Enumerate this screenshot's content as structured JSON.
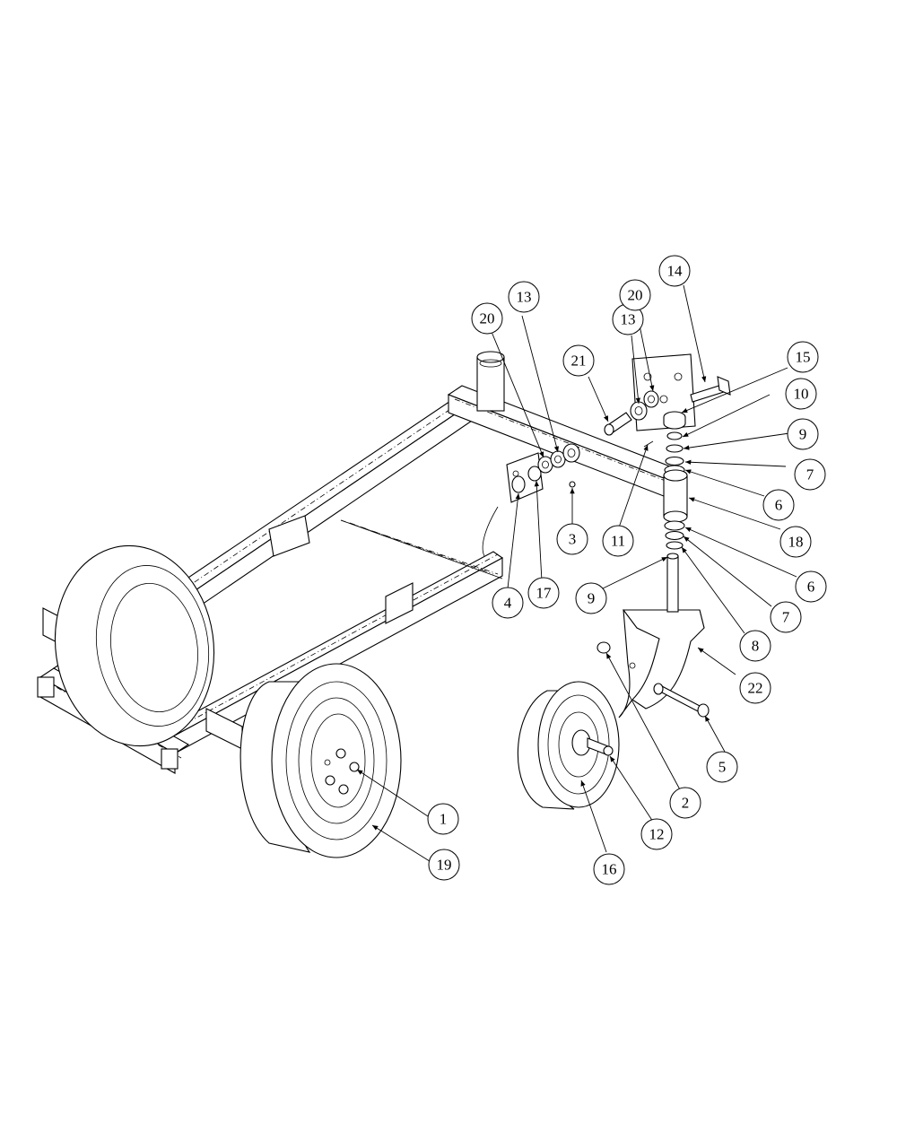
{
  "diagram": {
    "callouts": [
      {
        "id": "c1",
        "label": "1"
      },
      {
        "id": "c2",
        "label": "2"
      },
      {
        "id": "c3",
        "label": "3"
      },
      {
        "id": "c4",
        "label": "4"
      },
      {
        "id": "c5",
        "label": "5"
      },
      {
        "id": "c6a",
        "label": "6"
      },
      {
        "id": "c6b",
        "label": "6"
      },
      {
        "id": "c7a",
        "label": "7"
      },
      {
        "id": "c7b",
        "label": "7"
      },
      {
        "id": "c8",
        "label": "8"
      },
      {
        "id": "c9a",
        "label": "9"
      },
      {
        "id": "c9b",
        "label": "9"
      },
      {
        "id": "c10",
        "label": "10"
      },
      {
        "id": "c11",
        "label": "11"
      },
      {
        "id": "c12",
        "label": "12"
      },
      {
        "id": "c13a",
        "label": "13"
      },
      {
        "id": "c13b",
        "label": "13"
      },
      {
        "id": "c14",
        "label": "14"
      },
      {
        "id": "c15",
        "label": "15"
      },
      {
        "id": "c16",
        "label": "16"
      },
      {
        "id": "c17",
        "label": "17"
      },
      {
        "id": "c18",
        "label": "18"
      },
      {
        "id": "c19",
        "label": "19"
      },
      {
        "id": "c20a",
        "label": "20"
      },
      {
        "id": "c20b",
        "label": "20"
      },
      {
        "id": "c21",
        "label": "21"
      },
      {
        "id": "c22",
        "label": "22"
      }
    ]
  }
}
